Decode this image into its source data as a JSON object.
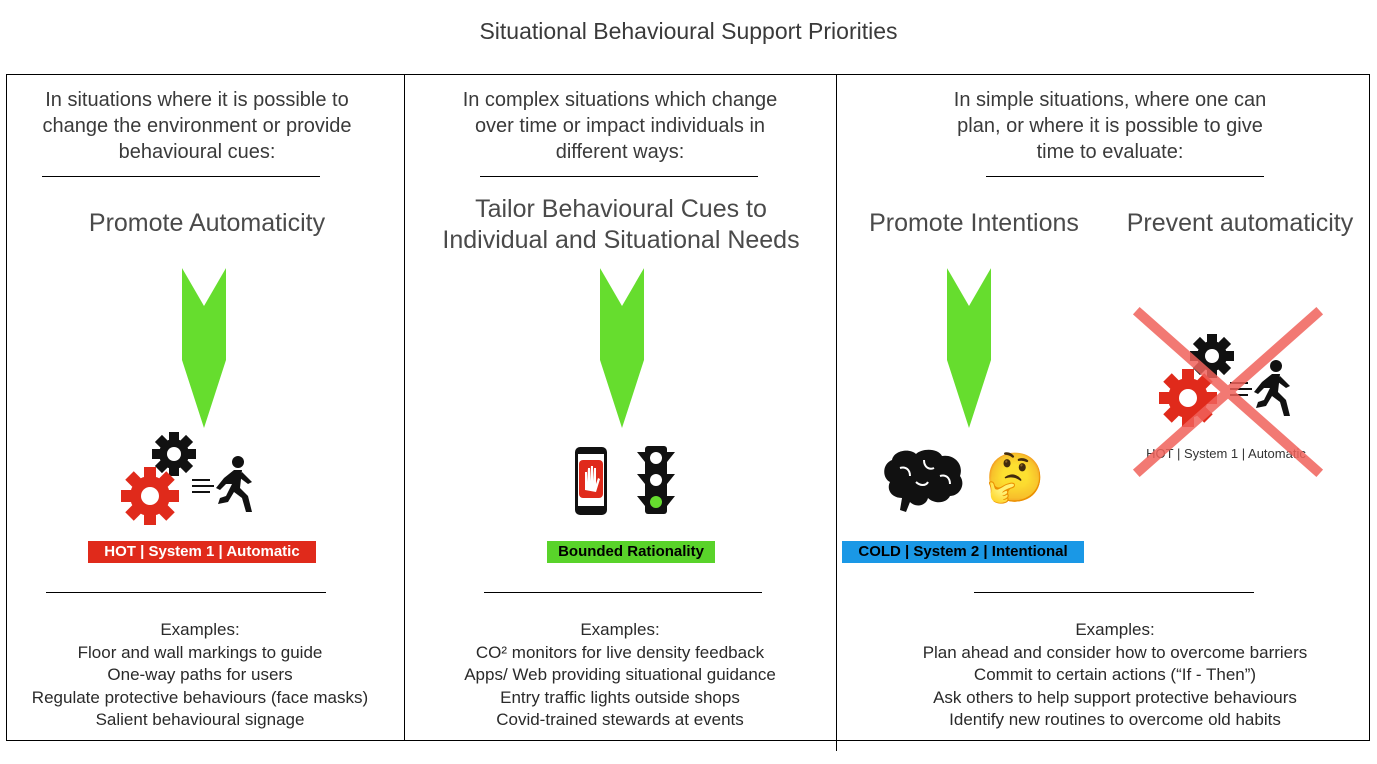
{
  "title": "Situational Behavioural Support Priorities",
  "colors": {
    "arrow": "#66dd2e",
    "hot": "#e02a1b",
    "bounded": "#59d32a",
    "cold": "#1a98e6",
    "cross": "#f0615a"
  },
  "columns": [
    {
      "intro": [
        "In situations where it is possible to",
        "change the environment or provide",
        "behavioural cues:"
      ],
      "heading": [
        "Promote Automaticity"
      ],
      "badge": "HOT | System 1 | Automatic",
      "examples_title": "Examples:",
      "examples": [
        "Floor and wall markings to guide",
        "One-way paths for users",
        "Regulate protective behaviours (face masks)",
        "Salient behavioural signage"
      ]
    },
    {
      "intro": [
        "In complex situations which change",
        "over time or impact individuals in",
        "different ways:"
      ],
      "heading": [
        "Tailor Behavioural Cues to",
        "Individual and Situational Needs"
      ],
      "badge": "Bounded Rationality",
      "examples_title": "Examples:",
      "examples": [
        "CO² monitors for live density feedback",
        "Apps/ Web providing situational guidance",
        "Entry traffic lights outside shops",
        "Covid-trained stewards at events"
      ]
    },
    {
      "intro": [
        "In simple situations, where one can",
        "plan, or where it is possible to give",
        "time to evaluate:"
      ],
      "heading_left": "Promote Intentions",
      "heading_right": "Prevent automaticity",
      "badge": "COLD | System 2 | Intentional",
      "crossed_label": "HOT | System 1 | Automatic",
      "emoji": "🤔",
      "examples_title": "Examples:",
      "examples": [
        "Plan ahead and consider how to overcome barriers",
        "Commit to certain actions (“If - Then”)",
        "Ask others to help support protective behaviours",
        "Identify new routines to overcome old habits"
      ]
    }
  ]
}
